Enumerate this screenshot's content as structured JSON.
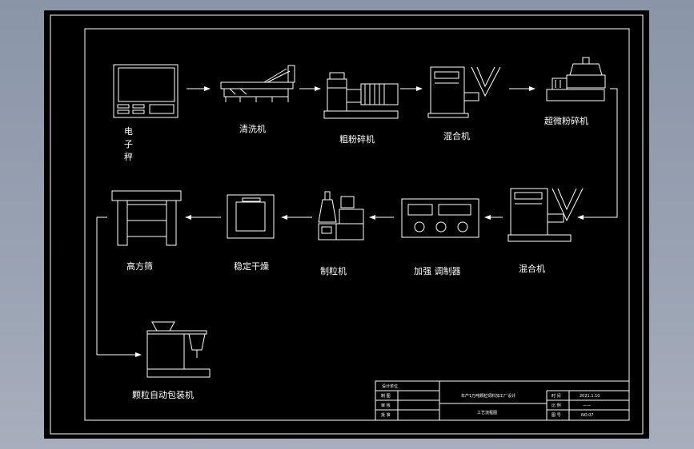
{
  "diagram": {
    "colors": {
      "canvas": "#000000",
      "line": "#ffffff",
      "app_background": "#9aa3b3"
    },
    "nodes": {
      "scale": "电\n子\n秤",
      "washer": "清洗机",
      "coarse_crusher": "粗粉碎机",
      "mixer_1": "混合机",
      "ultrafine_crusher": "超微粉碎机",
      "mixer_2": "混合机",
      "conditioner": "加强 调制器",
      "granulator": "制粒机",
      "dryer": "稳定干燥",
      "sieve": "高方筛",
      "packer": "颗粒自动包装机"
    },
    "title_block": {
      "design_unit": "设计单位",
      "drawn_by": "制 图",
      "checked_by": "审 核",
      "approved_by": "批 准",
      "project": "年产1万吨颗粒饲料加工厂设计",
      "drawing": "工艺流程图",
      "date_label": "时 间",
      "date_value": "2021.1.10",
      "scale_label": "比 例",
      "scale_value": "——",
      "no_label": "图 号",
      "no_value": "NO.07"
    }
  }
}
